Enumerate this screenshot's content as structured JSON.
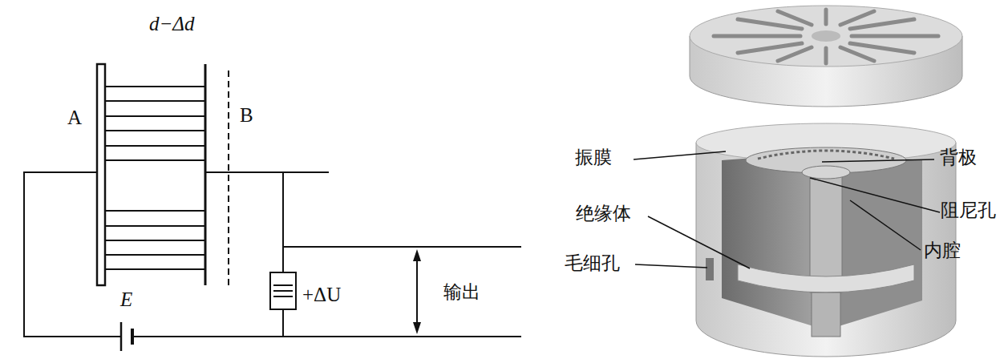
{
  "diagram": {
    "labels": [
      "d−Δd",
      "A",
      "B",
      "E",
      "+ΔU",
      "输出",
      "振膜",
      "背极",
      "绝缘体",
      "阻尼孔",
      "毛细孔",
      "内腔"
    ]
  }
}
